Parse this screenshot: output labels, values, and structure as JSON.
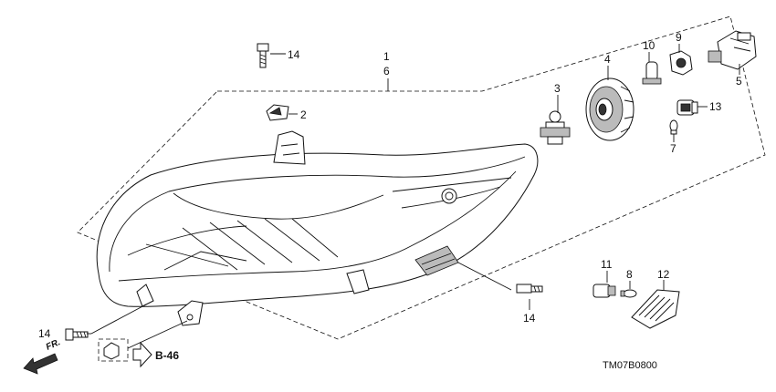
{
  "diagram": {
    "callouts": {
      "c1": "1",
      "c6": "6",
      "c2": "2",
      "c3": "3",
      "c4": "4",
      "c5": "5",
      "c7": "7",
      "c8": "8",
      "c9": "9",
      "c10": "10",
      "c11": "11",
      "c12": "12",
      "c13": "13",
      "c14_top": "14",
      "c14_right": "14",
      "c14_left": "14"
    },
    "reference": "B-46",
    "direction": "FR.",
    "drawing_code": "TM07B0800"
  }
}
